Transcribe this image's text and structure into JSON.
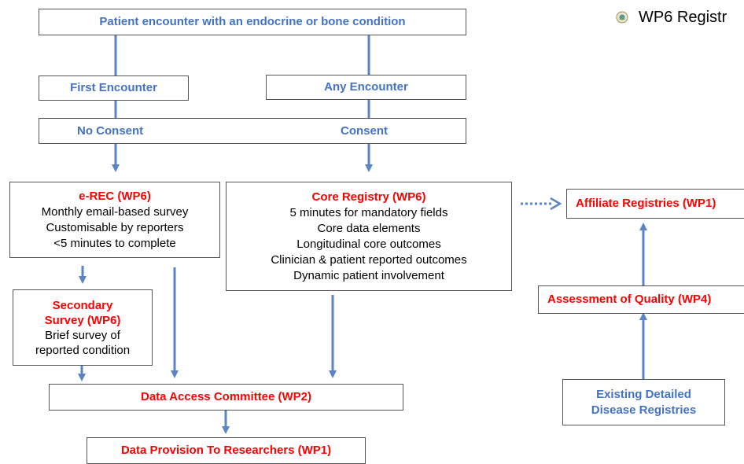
{
  "header": {
    "title": "WP6 Registr",
    "logo_icon": "logo-icon"
  },
  "nodes": {
    "patient_encounter": "Patient encounter with an endocrine or bone condition",
    "first_encounter": "First Encounter",
    "any_encounter": "Any Encounter",
    "no_consent": "No Consent",
    "consent": "Consent",
    "erec": {
      "title": "e-REC (WP6)",
      "lines": [
        "Monthly email-based survey",
        "Customisable by reporters",
        "<5 minutes to complete"
      ]
    },
    "core_registry": {
      "title": "Core Registry (WP6)",
      "lines": [
        "5 minutes for mandatory fields",
        "Core data elements",
        "Longitudinal  core outcomes",
        "Clinician & patient reported outcomes",
        "Dynamic patient involvement"
      ]
    },
    "secondary_survey": {
      "title_lines": [
        "Secondary",
        "Survey (WP6)"
      ],
      "lines": [
        "Brief survey of",
        "reported condition"
      ]
    },
    "data_access": "Data Access Committee (WP2)",
    "data_provision": "Data Provision To Researchers (WP1)",
    "affiliate": "Affiliate  Registries (WP1)",
    "assessment": "Assessment of Quality (WP4)",
    "existing": [
      "Existing Detailed",
      "Disease Registries"
    ]
  },
  "colors": {
    "heading_blue": "#4472c4",
    "heading_red": "#ff0000",
    "arrow_blue": "#5b84c4",
    "border": "#555555"
  }
}
